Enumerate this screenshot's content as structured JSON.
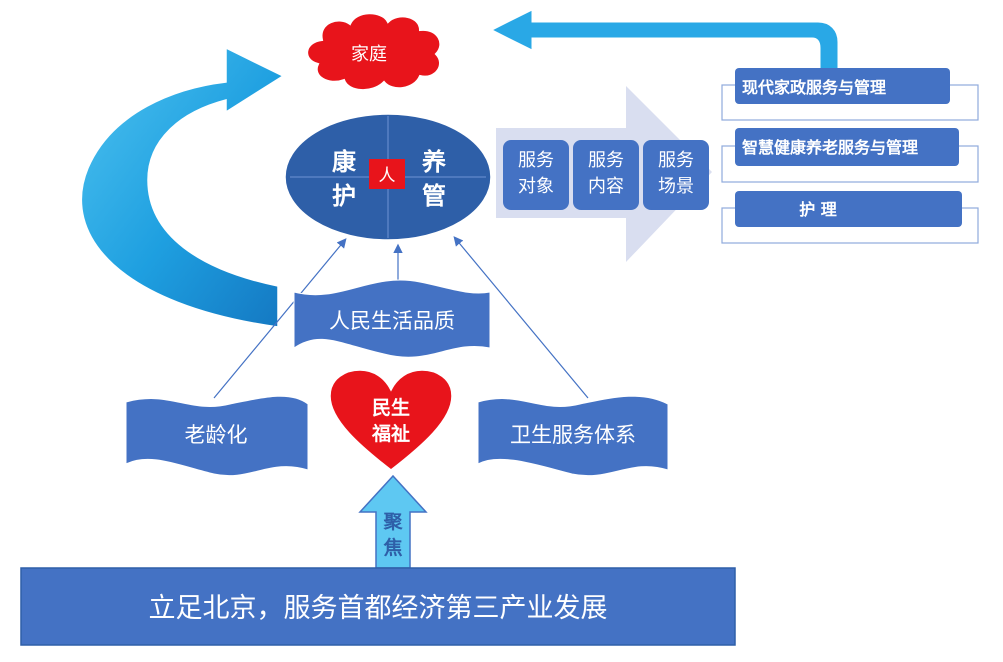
{
  "colors": {
    "primary_blue": "#4472c4",
    "dark_blue": "#2e5fa8",
    "sky_blue": "#29a8e6",
    "light_sky": "#5ec8f2",
    "red": "#e8141b",
    "pale_arrow": "#d9def0",
    "white": "#ffffff"
  },
  "top": {
    "family": "家庭"
  },
  "center": {
    "left_top": "康",
    "left_bottom": "护",
    "right_top": "养",
    "right_bottom": "管",
    "core": "人"
  },
  "service_chevrons": [
    {
      "line1": "服务",
      "line2": "对象"
    },
    {
      "line1": "服务",
      "line2": "内容"
    },
    {
      "line1": "服务",
      "line2": "场景"
    }
  ],
  "majors": [
    "现代家政服务与管理",
    "智慧健康养老服务与管理",
    "护 理"
  ],
  "banners": {
    "quality": "人民生活品质",
    "aging": "老龄化",
    "health_system": "卫生服务体系"
  },
  "heart": {
    "line1": "民生",
    "line2": "福祉"
  },
  "focus_arrow": {
    "line1": "聚",
    "line2": "焦"
  },
  "base": {
    "text": "立足北京，服务首都经济第三产业发展"
  },
  "icons": [
    "cloud-icon",
    "heart-icon",
    "curved-arrow-icon",
    "up-arrow-icon",
    "chevron-arrow-icon"
  ]
}
